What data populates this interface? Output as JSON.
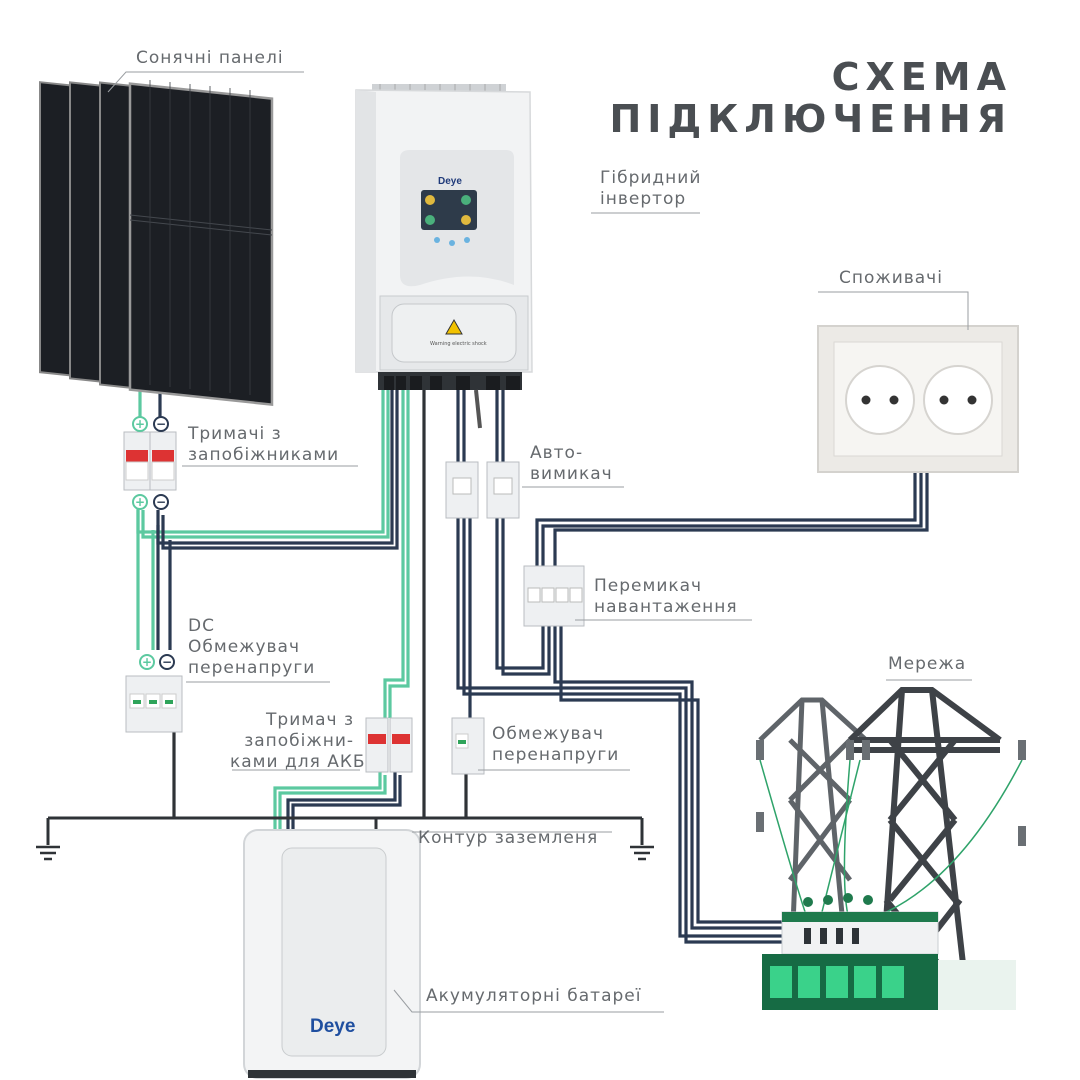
{
  "title": {
    "line1": "СХЕМА",
    "line2": "ПІДКЛЮЧЕННЯ"
  },
  "labels": {
    "panels": "Сонячні панелі",
    "inverter": [
      "Гібридний",
      "інвертор"
    ],
    "consumers": "Споживачі",
    "fuse_holders": [
      "Тримачі з",
      "запобіжниками"
    ],
    "breaker": [
      "Авто-",
      "вимикач"
    ],
    "load_switch": [
      "Перемикач",
      "навантаження"
    ],
    "dc_spd": [
      "DC",
      "Обмежувач",
      "перенапруги"
    ],
    "grid": "Мережа",
    "battery_fuse": [
      "Тримач з",
      "запобіжни-",
      "ками для АКБ"
    ],
    "spd": [
      "Обмежувач",
      "перенапруги"
    ],
    "ground": "Контур заземленя",
    "batteries": "Акумуляторні батареї"
  },
  "brand": {
    "inverter": "Deye",
    "battery": "Deye"
  },
  "inverter_warning": "Warning electric shock",
  "polarity": {
    "plus": "+",
    "minus": "−"
  },
  "colors": {
    "green": "#5cc9a0",
    "navy": "#2b3a52",
    "dark": "#2f3337",
    "grid_green": "#1f7a4d"
  }
}
